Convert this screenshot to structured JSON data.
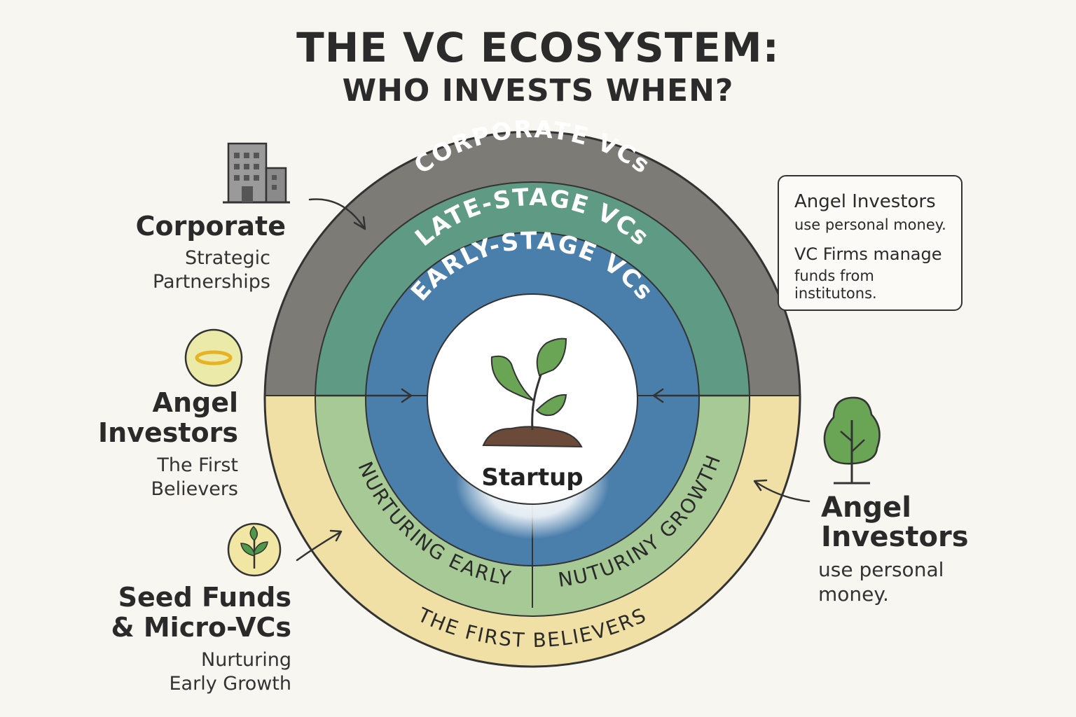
{
  "title": {
    "line1": "THE VC ECOSYSTEM:",
    "line2": "WHO INVESTS WHEN?"
  },
  "rings": {
    "corporate": "CORPORATE VCs",
    "late_stage": "LATE-STAGE VCs",
    "early_stage": "EARLY-STAGE VCs",
    "nurturing_early": "NURTURING EARLY",
    "nurturing_growth": "NUTURINY GROWTH",
    "first_believers": "THE FIRST BELIEVERS",
    "center": "Startup"
  },
  "left": {
    "corporate": {
      "title": "Corporate",
      "subtitle_lines": [
        "Strategic",
        "Partnerships"
      ]
    },
    "angel": {
      "title_lines": [
        "Angel",
        "Investors"
      ],
      "subtitle_lines": [
        "The First",
        "Believers"
      ]
    },
    "seed": {
      "title_lines": [
        "Seed Funds",
        "& Micro-VCs"
      ],
      "subtitle_lines": [
        "Nurturing",
        "Early Growth"
      ]
    }
  },
  "right": {
    "note": {
      "angel_title": "Angel Investors",
      "angel_text": "use personal money.",
      "vc_title": "VC Firms manage",
      "vc_text": "funds from institutons."
    },
    "angel": {
      "title_lines": [
        "Angel",
        "Investors"
      ],
      "subtitle_lines": [
        "use personal",
        "money."
      ]
    }
  },
  "colors": {
    "background": "#f8f6f0",
    "corporate_ring": "#7d7b76",
    "late_stage_ring": "#5e9a84",
    "early_stage_ring": "#4a7eab",
    "first_believers_ring": "#f1e0a6",
    "nurturing_ring": "#a6c996",
    "center": "#ffffff"
  },
  "icons": {
    "corporate": "office-building-icon",
    "angel": "halo-icon",
    "seed": "sprout-icon",
    "tree": "tree-icon",
    "center": "seedling-icon"
  }
}
